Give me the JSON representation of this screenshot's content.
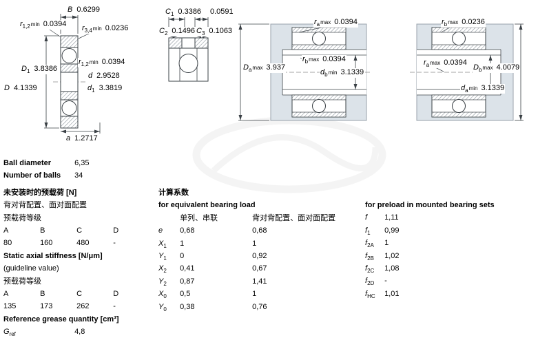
{
  "dims": [
    {
      "base": "B",
      "sub": "",
      "suffix": "",
      "value": "0.6299"
    },
    {
      "base": "r",
      "sub": "1,2",
      "suffix": "min",
      "value": "0.0394"
    },
    {
      "base": "r",
      "sub": "3,4",
      "suffix": "min",
      "value": "0.0236"
    },
    {
      "base": "r",
      "sub": "1,2",
      "suffix": "min",
      "value": "0.0394"
    },
    {
      "base": "D",
      "sub": "1",
      "suffix": "",
      "value": "3.8386"
    },
    {
      "base": "d",
      "sub": "",
      "suffix": "",
      "value": "2.9528"
    },
    {
      "base": "D",
      "sub": "",
      "suffix": "",
      "value": "4.1339"
    },
    {
      "base": "d",
      "sub": "1",
      "suffix": "",
      "value": "3.3819"
    },
    {
      "base": "a",
      "sub": "",
      "suffix": "",
      "value": "1.2717"
    },
    {
      "base": "C",
      "sub": "1",
      "suffix": "",
      "value": "0.3386"
    },
    {
      "base": "",
      "sub": "",
      "suffix": "",
      "value": "0.0591"
    },
    {
      "base": "C",
      "sub": "2",
      "suffix": "",
      "value": "0.1496"
    },
    {
      "base": "C",
      "sub": "3",
      "suffix": "",
      "value": "0.1063"
    },
    {
      "base": "r",
      "sub": "a",
      "suffix": "max",
      "value": "0.0394"
    },
    {
      "base": "D",
      "sub": "a",
      "suffix": "max",
      "value": "3.937"
    },
    {
      "base": "r",
      "sub": "b",
      "suffix": "max",
      "value": "0.0394"
    },
    {
      "base": "d",
      "sub": "b",
      "suffix": "min",
      "value": "3.1339"
    },
    {
      "base": "r",
      "sub": "b",
      "suffix": "max",
      "value": "0.0236"
    },
    {
      "base": "r",
      "sub": "a",
      "suffix": "max",
      "value": "0.0394"
    },
    {
      "base": "D",
      "sub": "b",
      "suffix": "max",
      "value": "4.0079"
    },
    {
      "base": "d",
      "sub": "a",
      "suffix": "min",
      "value": "3.1339"
    }
  ],
  "specs": {
    "ball_diameter_label": "Ball diameter",
    "ball_diameter_value": "6,35",
    "number_of_balls_label": "Number of balls",
    "number_of_balls_value": "34",
    "preload": {
      "title": "未安装时的预载荷 [N]",
      "subtitle": "背对背配置、面对面配置",
      "class_label": "预载荷等级",
      "headers": [
        "A",
        "B",
        "C",
        "D"
      ],
      "values": [
        "80",
        "160",
        "480",
        "-"
      ]
    },
    "stiffness": {
      "title": "Static axial stiffness [N/μm]",
      "subtitle": "(guideline value)",
      "class_label": "预载荷等级",
      "headers": [
        "A",
        "B",
        "C",
        "D"
      ],
      "values": [
        "135",
        "173",
        "262",
        "-"
      ]
    },
    "grease": {
      "title": "Reference grease quantity [cm³]",
      "symbol_base": "G",
      "symbol_sub": "ref",
      "value": "4,8"
    }
  },
  "factors": {
    "title": "计算系数",
    "subtitle": "for equivalent bearing load",
    "col1_header": "单列、串联",
    "col2_header": "背对背配置、面对面配置",
    "rows": [
      {
        "base": "e",
        "sub": "",
        "col1": "0,68",
        "col2": "0,68"
      },
      {
        "base": "X",
        "sub": "1",
        "col1": "1",
        "col2": "1"
      },
      {
        "base": "Y",
        "sub": "1",
        "col1": "0",
        "col2": "0,92"
      },
      {
        "base": "X",
        "sub": "2",
        "col1": "0,41",
        "col2": "0,67"
      },
      {
        "base": "Y",
        "sub": "2",
        "col1": "0,87",
        "col2": "1,41"
      },
      {
        "base": "X",
        "sub": "0",
        "col1": "0,5",
        "col2": "1"
      },
      {
        "base": "Y",
        "sub": "0",
        "col1": "0,38",
        "col2": "0,76"
      }
    ]
  },
  "preload_factors": {
    "title": "for preload in mounted bearing sets",
    "rows": [
      {
        "base": "f",
        "sub": "",
        "value": "1,11"
      },
      {
        "base": "f",
        "sub": "1",
        "value": "0,99"
      },
      {
        "base": "f",
        "sub": "2A",
        "value": "1"
      },
      {
        "base": "f",
        "sub": "2B",
        "value": "1,02"
      },
      {
        "base": "f",
        "sub": "2C",
        "value": "1,08"
      },
      {
        "base": "f",
        "sub": "2D",
        "value": "-"
      },
      {
        "base": "f",
        "sub": "HC",
        "value": "1,01"
      }
    ]
  }
}
